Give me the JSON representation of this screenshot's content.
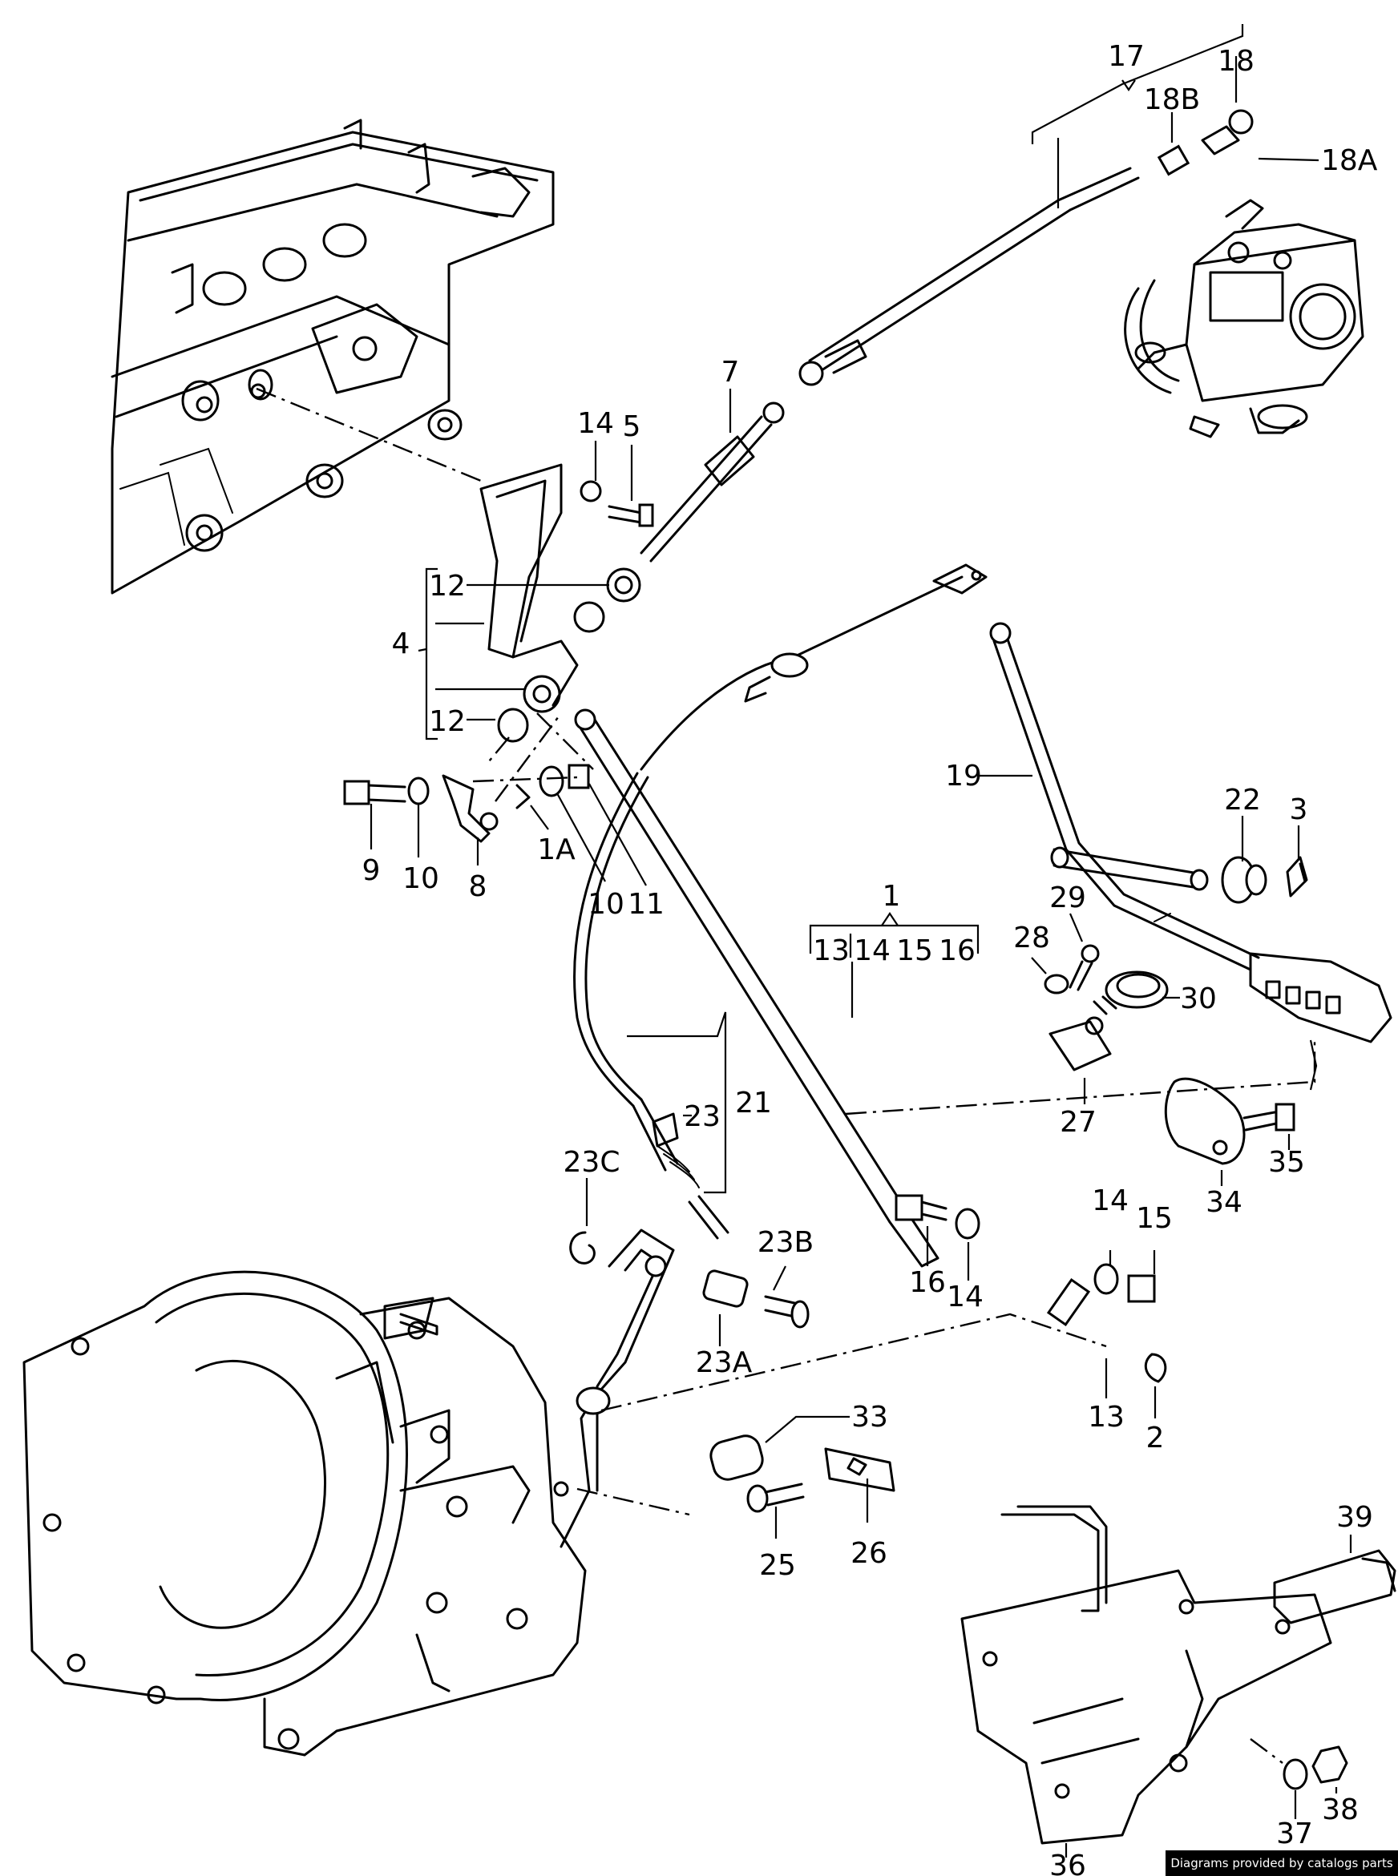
{
  "diagram": {
    "callouts": {
      "p1": "1",
      "p1A": "1A",
      "p2": "2",
      "p3": "3",
      "p4": "4",
      "p5": "5",
      "p7": "7",
      "p8": "8",
      "p9": "9",
      "p10a": "10",
      "p10b": "10",
      "p11": "11",
      "p12a": "12",
      "p12b": "12",
      "p13a": "13",
      "p13b": "13",
      "p14a": "14",
      "p14b": "14",
      "p14c": "14",
      "p14d": "14",
      "p15a": "15",
      "p15b": "15",
      "p16a": "16",
      "p16b": "16",
      "p17": "17",
      "p18": "18",
      "p18A": "18A",
      "p18B": "18B",
      "p19": "19",
      "p21": "21",
      "p22": "22",
      "p23": "23",
      "p23A": "23A",
      "p23B": "23B",
      "p23C": "23C",
      "p25": "25",
      "p26": "26",
      "p27": "27",
      "p28": "28",
      "p29": "29",
      "p30": "30",
      "p33": "33",
      "p34": "34",
      "p35": "35",
      "p36": "36",
      "p37": "37",
      "p38": "38",
      "p39": "39"
    }
  },
  "footer": {
    "credit": "Diagrams provided by catalogs parts"
  }
}
